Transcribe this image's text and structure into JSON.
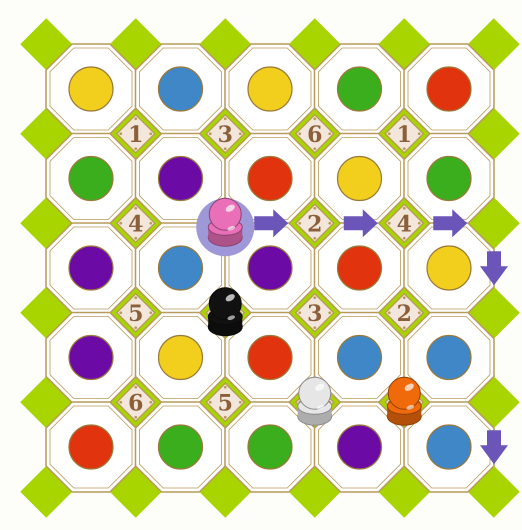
{
  "colors": {
    "background": "#fdfdf9",
    "corner_diamond": "#a8d400",
    "cell_stroke": "#b89a5a",
    "cell_fill": "#ffffff",
    "junction_fill": "#f3e6da",
    "junction_stroke": "#b89a5a",
    "number": "#8a5f3a",
    "arrow": "#6b55b8",
    "highlight": "#9e97d8",
    "yellow": "#f2cf1d",
    "blue": "#3f87c7",
    "green": "#3aae1c",
    "red": "#e0330e",
    "purple": "#6c0aa6"
  },
  "board": {
    "rows": 5,
    "cols": 5,
    "cells": [
      [
        "yellow",
        "blue",
        "yellow",
        "green",
        "red"
      ],
      [
        "green",
        "purple",
        "red",
        "yellow",
        "green"
      ],
      [
        "purple",
        "blue",
        "purple",
        "red",
        "yellow"
      ],
      [
        "purple",
        "yellow",
        "red",
        "blue",
        "blue"
      ],
      [
        "red",
        "green",
        "green",
        "purple",
        "blue"
      ]
    ]
  },
  "junctions": [
    {
      "row": 0,
      "col": 0,
      "label": "1"
    },
    {
      "row": 0,
      "col": 1,
      "label": "3"
    },
    {
      "row": 0,
      "col": 2,
      "label": "6"
    },
    {
      "row": 0,
      "col": 3,
      "label": "1"
    },
    {
      "row": 1,
      "col": 0,
      "label": "4"
    },
    {
      "row": 1,
      "col": 1,
      "label": ""
    },
    {
      "row": 1,
      "col": 2,
      "label": "2"
    },
    {
      "row": 1,
      "col": 3,
      "label": "4"
    },
    {
      "row": 2,
      "col": 0,
      "label": "5"
    },
    {
      "row": 2,
      "col": 1,
      "label": ""
    },
    {
      "row": 2,
      "col": 2,
      "label": "3"
    },
    {
      "row": 2,
      "col": 3,
      "label": "2"
    },
    {
      "row": 3,
      "col": 0,
      "label": "6"
    },
    {
      "row": 3,
      "col": 1,
      "label": "5"
    },
    {
      "row": 3,
      "col": 2,
      "label": ""
    },
    {
      "row": 3,
      "col": 3,
      "label": ""
    }
  ],
  "pieces": [
    {
      "name": "pink-pawn",
      "color": "#e86fb8",
      "row": 1,
      "col": 1,
      "highlighted": true
    },
    {
      "name": "black-pawn",
      "color": "#111111",
      "row": 2,
      "col": 1,
      "highlighted": false
    },
    {
      "name": "white-pawn",
      "color": "#e6e6e6",
      "row": 3,
      "col": 2,
      "highlighted": false
    },
    {
      "name": "orange-pawn",
      "color": "#f06a0c",
      "row": 3,
      "col": 3,
      "highlighted": false
    }
  ],
  "path_arrows": [
    {
      "kind": "right",
      "from_junction": [
        1,
        1
      ]
    },
    {
      "kind": "right",
      "from_junction": [
        1,
        2
      ]
    },
    {
      "kind": "right",
      "from_junction": [
        1,
        3
      ]
    },
    {
      "kind": "down",
      "edge_row": 1
    },
    {
      "kind": "down",
      "edge_row": 3
    }
  ]
}
